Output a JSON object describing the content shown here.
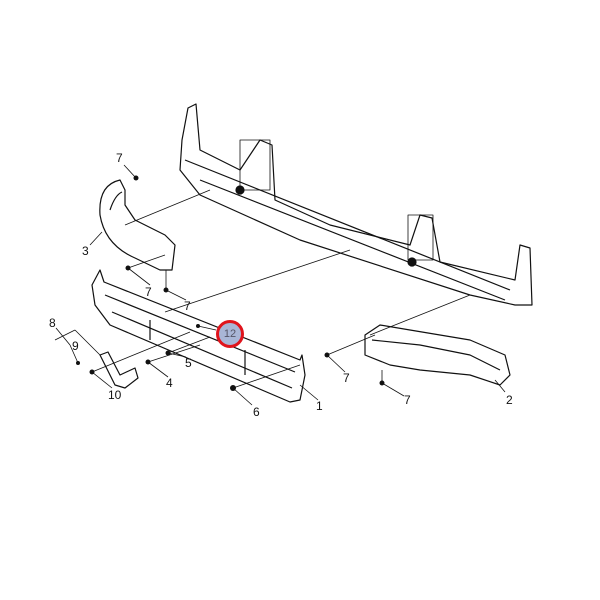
{
  "callout": {
    "label": "12",
    "border_color": "#e0141c",
    "fill_color": "#a9b6d6"
  },
  "labels": {
    "p7a": "7",
    "p3": "3",
    "p7b": "7",
    "p7c": "7",
    "p8": "8",
    "p9": "9",
    "p10": "10",
    "p4": "4",
    "p5": "5",
    "p6": "6",
    "p1": "1",
    "p7d": "7",
    "p7e": "7",
    "p2": "2"
  }
}
